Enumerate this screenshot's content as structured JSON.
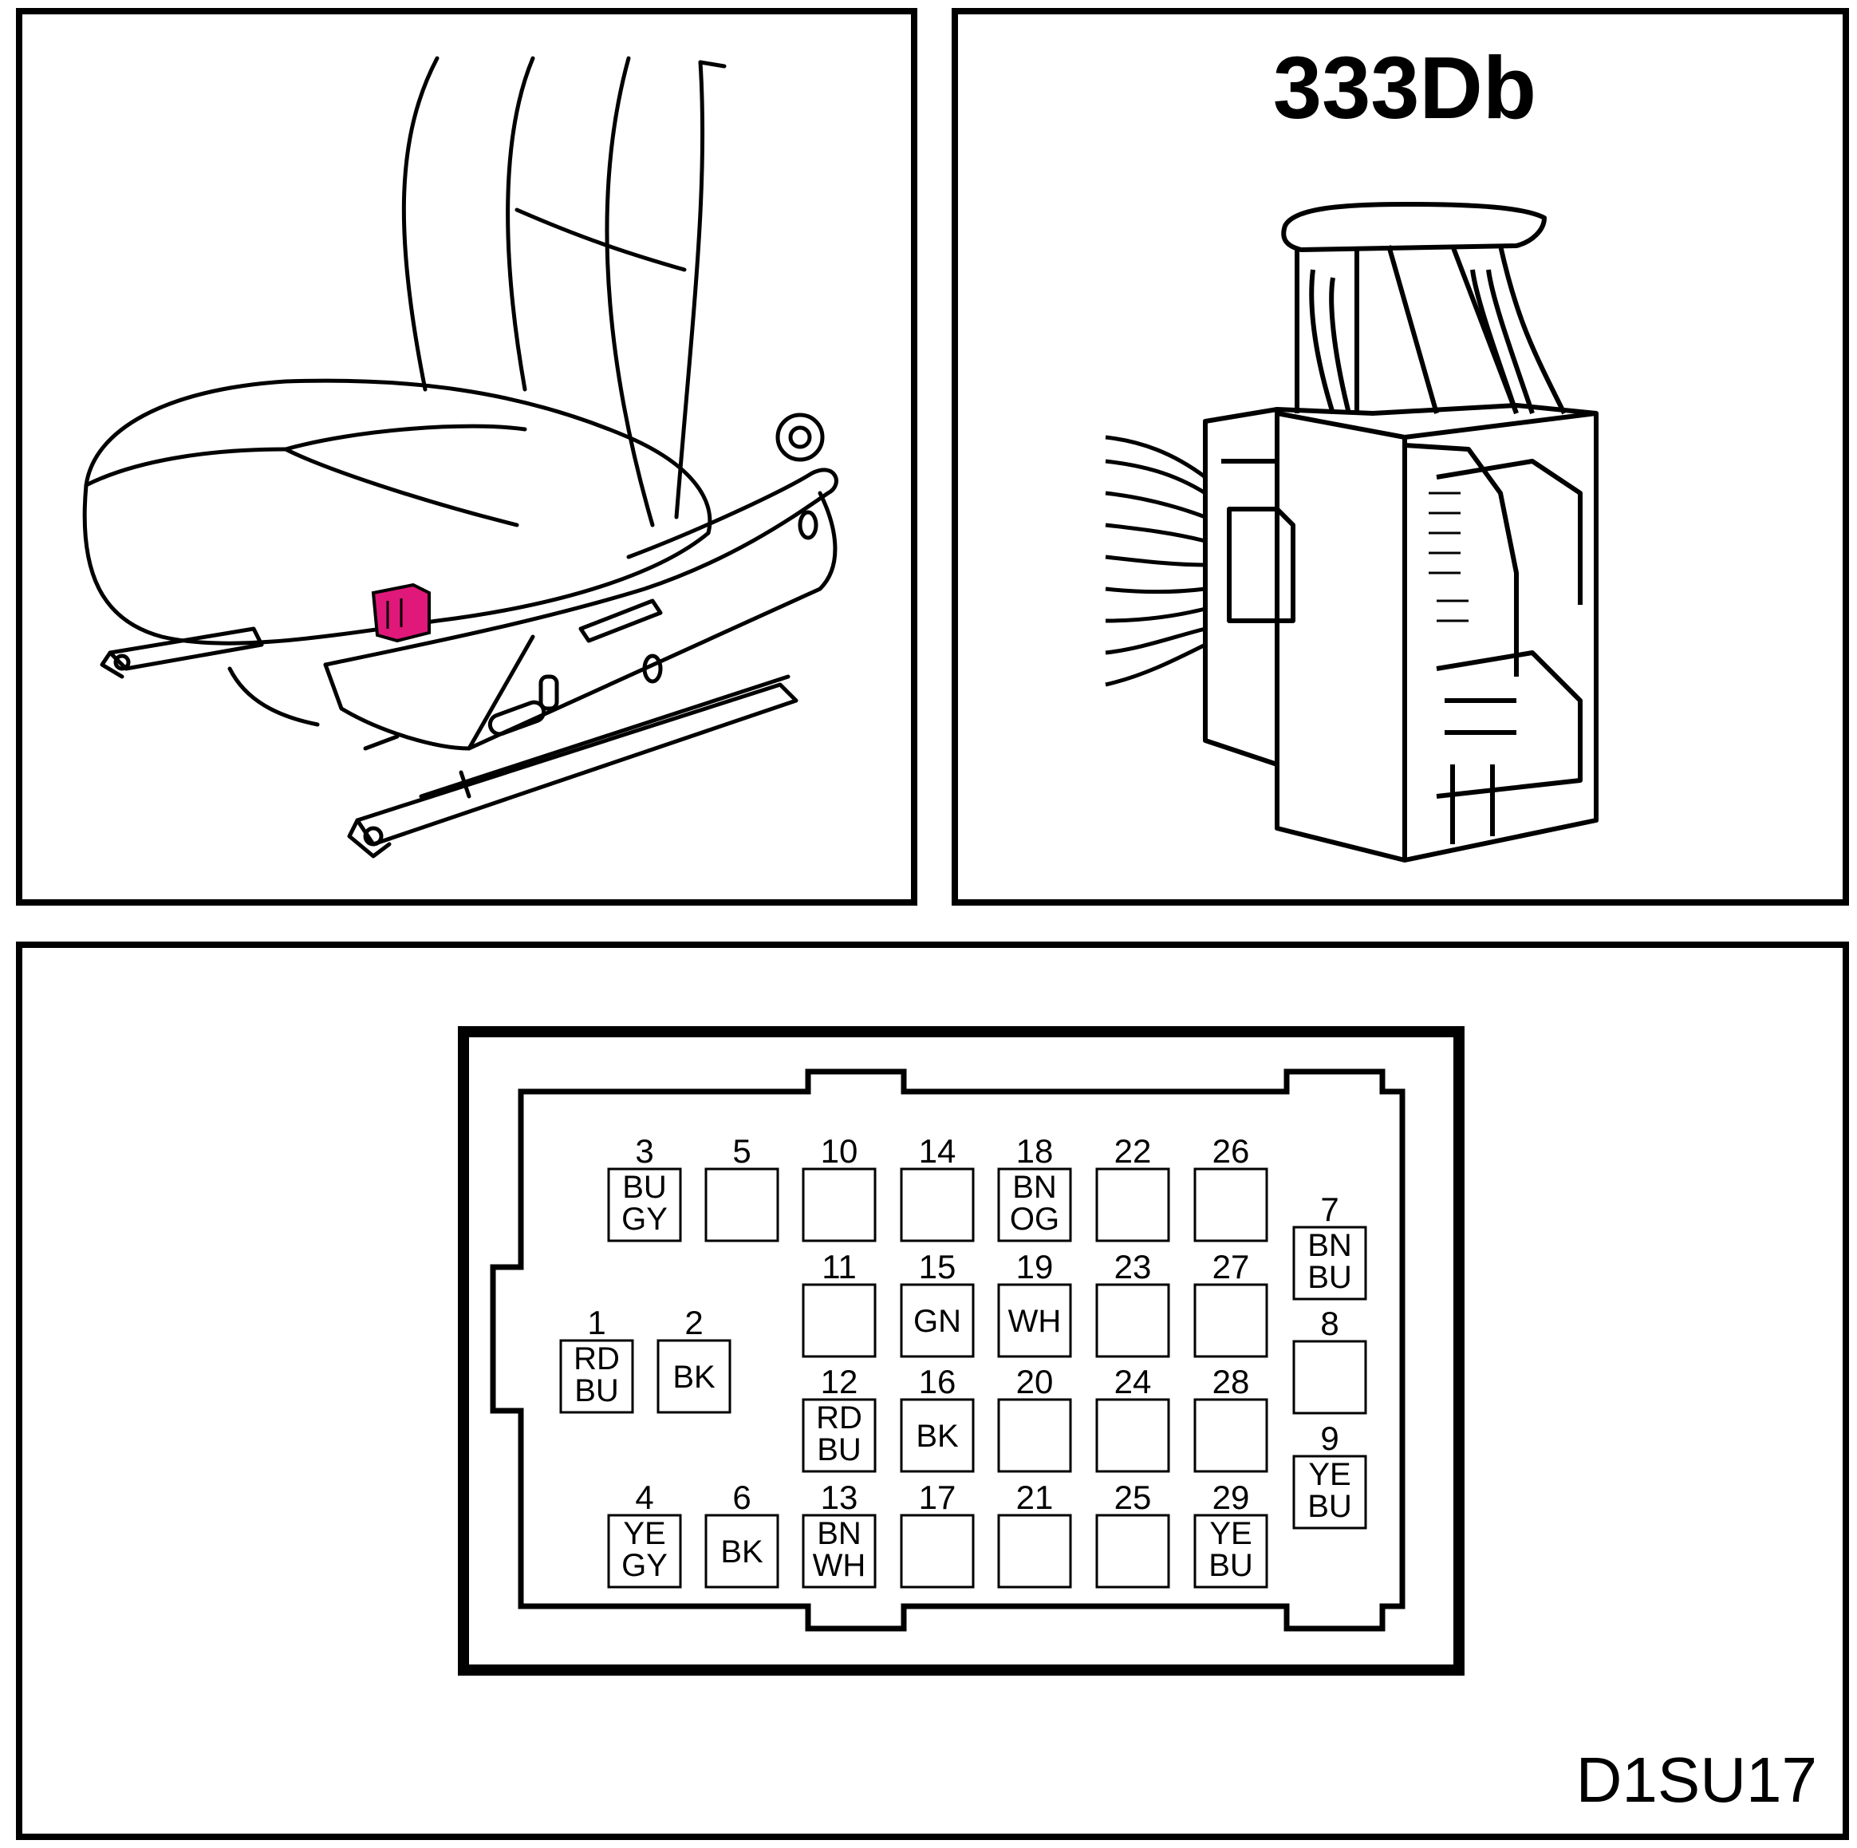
{
  "connector": {
    "name": "333Db",
    "highlight_color": "#e0187a"
  },
  "drawing_code": "D1SU17",
  "pins": [
    {
      "n": "3",
      "wire": [
        "BU",
        "GY"
      ]
    },
    {
      "n": "5",
      "wire": []
    },
    {
      "n": "10",
      "wire": []
    },
    {
      "n": "14",
      "wire": []
    },
    {
      "n": "18",
      "wire": [
        "BN",
        "OG"
      ]
    },
    {
      "n": "22",
      "wire": []
    },
    {
      "n": "26",
      "wire": []
    },
    {
      "n": "7",
      "wire": [
        "BN",
        "BU"
      ]
    },
    {
      "n": "11",
      "wire": []
    },
    {
      "n": "15",
      "wire": [
        "GN"
      ]
    },
    {
      "n": "19",
      "wire": [
        "WH"
      ]
    },
    {
      "n": "23",
      "wire": []
    },
    {
      "n": "27",
      "wire": []
    },
    {
      "n": "1",
      "wire": [
        "RD",
        "BU"
      ]
    },
    {
      "n": "2",
      "wire": [
        "BK"
      ]
    },
    {
      "n": "8",
      "wire": []
    },
    {
      "n": "12",
      "wire": [
        "RD",
        "BU"
      ]
    },
    {
      "n": "16",
      "wire": [
        "BK"
      ]
    },
    {
      "n": "20",
      "wire": []
    },
    {
      "n": "24",
      "wire": []
    },
    {
      "n": "28",
      "wire": []
    },
    {
      "n": "9",
      "wire": [
        "YE",
        "BU"
      ]
    },
    {
      "n": "4",
      "wire": [
        "YE",
        "GY"
      ]
    },
    {
      "n": "6",
      "wire": [
        "BK"
      ]
    },
    {
      "n": "13",
      "wire": [
        "BN",
        "WH"
      ]
    },
    {
      "n": "17",
      "wire": []
    },
    {
      "n": "21",
      "wire": []
    },
    {
      "n": "25",
      "wire": []
    },
    {
      "n": "29",
      "wire": [
        "YE",
        "BU"
      ]
    }
  ]
}
